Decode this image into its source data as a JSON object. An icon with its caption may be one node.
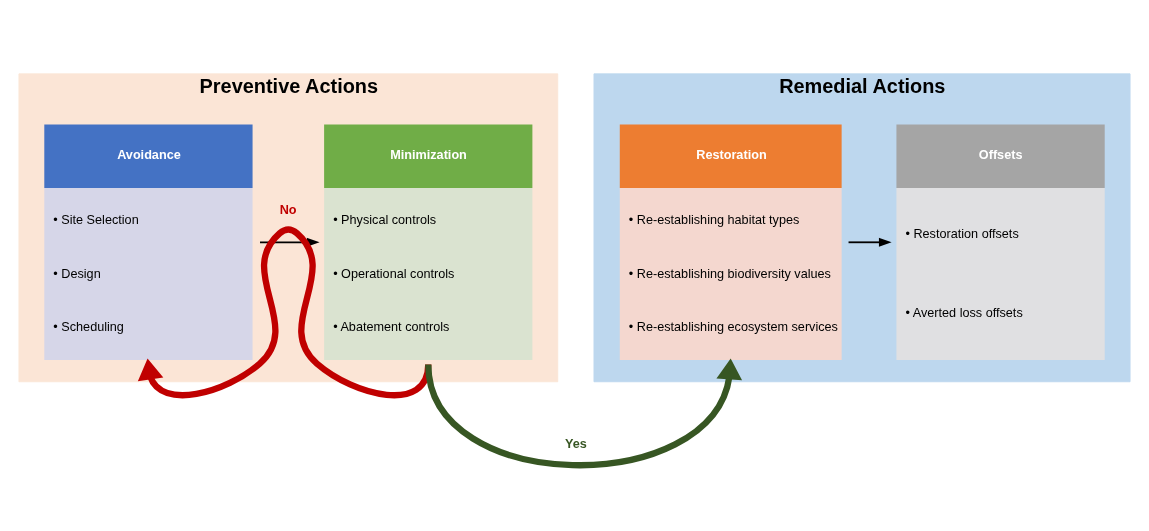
{
  "diagram": {
    "nodes": [
      {
        "text": [
          "Preventive Actions"
        ]
      },
      {
        "text": [
          "Avoidance",
          "• Site Selection",
          "• Design",
          "• Scheduling"
        ],
        "in": 0
      },
      {
        "text": [
          "Minimization",
          "• Physical controls",
          "• Operational controls",
          "• Abatement controls"
        ],
        "in": 0
      },
      {
        "text": [
          "Remedial Actions"
        ]
      },
      {
        "text": [
          "Restoration",
          "• Re-establishing habitat types",
          "• Re-establishing biodiversity values",
          "• Re-establishing ecosystem services"
        ],
        "in": 3
      },
      {
        "text": [
          "Offsets",
          "• Restoration offsets",
          "• Averted loss offsets"
        ],
        "in": 3
      }
    ],
    "edges": [
      {
        "from": 1,
        "to": 2,
        "arrow": "to"
      },
      {
        "from": 2,
        "to": 1,
        "arrow": "to",
        "label": "No",
        "style": "thick",
        "color": "#c00000"
      },
      {
        "from": 2,
        "to": 4,
        "arrow": "to",
        "label": "Yes",
        "style": "thick",
        "color": "#375623"
      },
      {
        "from": 4,
        "to": 5,
        "arrow": "to"
      }
    ]
  }
}
